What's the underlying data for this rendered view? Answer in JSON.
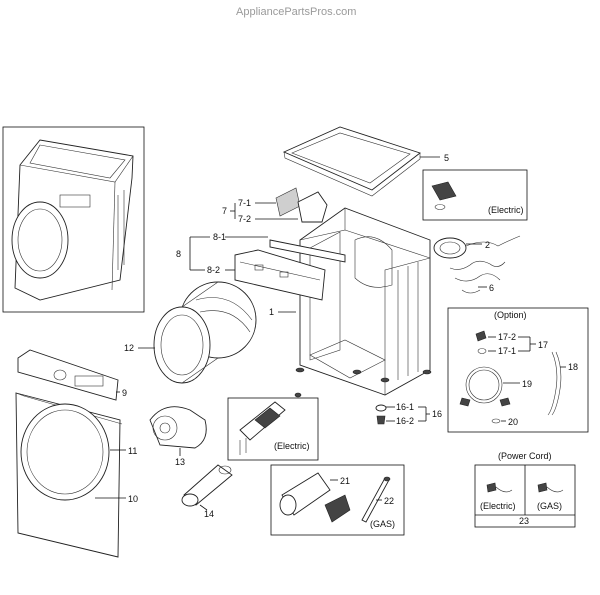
{
  "watermark": "AppliancePartsPros.com",
  "callouts": {
    "c1": "1",
    "c2": "2",
    "c5": "5",
    "c6": "6",
    "c7": "7",
    "c7_1": "7-1",
    "c7_2": "7-2",
    "c8": "8",
    "c8_1": "8-1",
    "c8_2": "8-2",
    "c9": "9",
    "c10": "10",
    "c11": "11",
    "c12": "12",
    "c13": "13",
    "c14": "14",
    "c16": "16",
    "c16_1": "16-1",
    "c16_2": "16-2",
    "c17": "17",
    "c17_1": "17-1",
    "c17_2": "17-2",
    "c18": "18",
    "c19": "19",
    "c20": "20",
    "c21": "21",
    "c22": "22",
    "c23": "23"
  },
  "boxes": {
    "electric_top": "(Electric)",
    "electric_mid": "(Electric)",
    "option": "(Option)",
    "gas": "(GAS)",
    "power_cord": "(Power Cord)",
    "power_electric": "(Electric)",
    "power_gas": "(GAS)"
  }
}
